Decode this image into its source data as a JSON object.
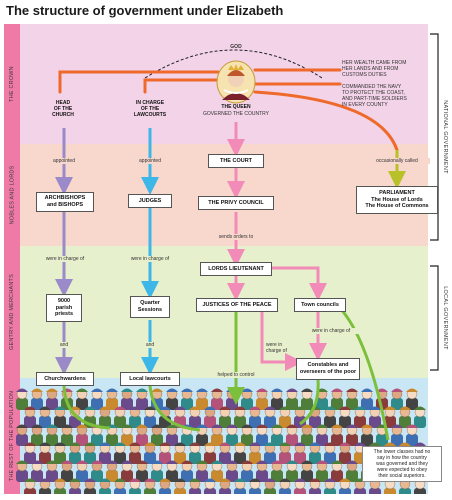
{
  "title": "The structure of government under Elizabeth",
  "bands": [
    {
      "label": "THE CROWN",
      "color": "#f2d3e8"
    },
    {
      "label": "NOBLES AND LORDS",
      "color": "#f8d8cc"
    },
    {
      "label": "GENTRY AND MERCHANTS",
      "color": "#e6f0cc"
    },
    {
      "label": "THE REST OF THE POPULATION",
      "color": "#c9e6f5"
    }
  ],
  "band_label_color": "#f07aa6",
  "right_labels": {
    "national": "NATIONAL GOVERNMENT",
    "local": "LOCAL GOVERNMENT"
  },
  "crown": {
    "god": "GOD",
    "queen_title": "THE QUEEN",
    "queen_sub": "GOVERNED THE COUNTRY",
    "head_church": "HEAD\nOF THE\nCHURCH",
    "lawcourts": "IN CHARGE\nOF THE\nLAWCOURTS",
    "wealth": "HER WEALTH CAME FROM\nHER LANDS AND FROM\nCUSTOMS DUTIES",
    "navy": "COMMANDED THE NAVY\nTO PROTECT THE COAST,\nAND PART-TIME SOLDIERS\nIN EVERY COUNTY"
  },
  "boxes": {
    "archbishops": "ARCHBISHOPS\nand BISHOPS",
    "judges": "JUDGES",
    "court": "THE COURT",
    "privy": "THE PRIVY COUNCIL",
    "parliament": "PARLIAMENT\nThe House of Lords\nThe House of Commons",
    "lords_lieutenant": "LORDS LIEUTENANT",
    "priests": "9000\nparish\npriests",
    "sessions": "Quarter\nSessions",
    "jp": "JUSTICES OF THE PEACE",
    "town": "Town councils",
    "constables": "Constables and\noverseers of the poor",
    "churchwardens": "Churchwardens",
    "local_courts": "Local lawcourts"
  },
  "labels": {
    "appointed_1": "appointed",
    "appointed_2": "appointed",
    "occasionally": "occasionally called",
    "sends_orders": "sends orders to",
    "charge_1": "were in charge of",
    "charge_2": "were in charge of",
    "charge_3": "were in charge of",
    "charge_4": "were in\ncharge of",
    "and_1": "and",
    "and_2": "and",
    "helped": "helped to control"
  },
  "note": "The lower classes had no\nsay in how the country\nwas governed and they\nwere expected to obey\ntheir social superiors.",
  "colors": {
    "orange": "#ef6a2a",
    "purple": "#9b8ac9",
    "blue": "#3db6e8",
    "pink": "#f28bb8",
    "green": "#7cbf3a",
    "olive": "#b8c12a"
  }
}
